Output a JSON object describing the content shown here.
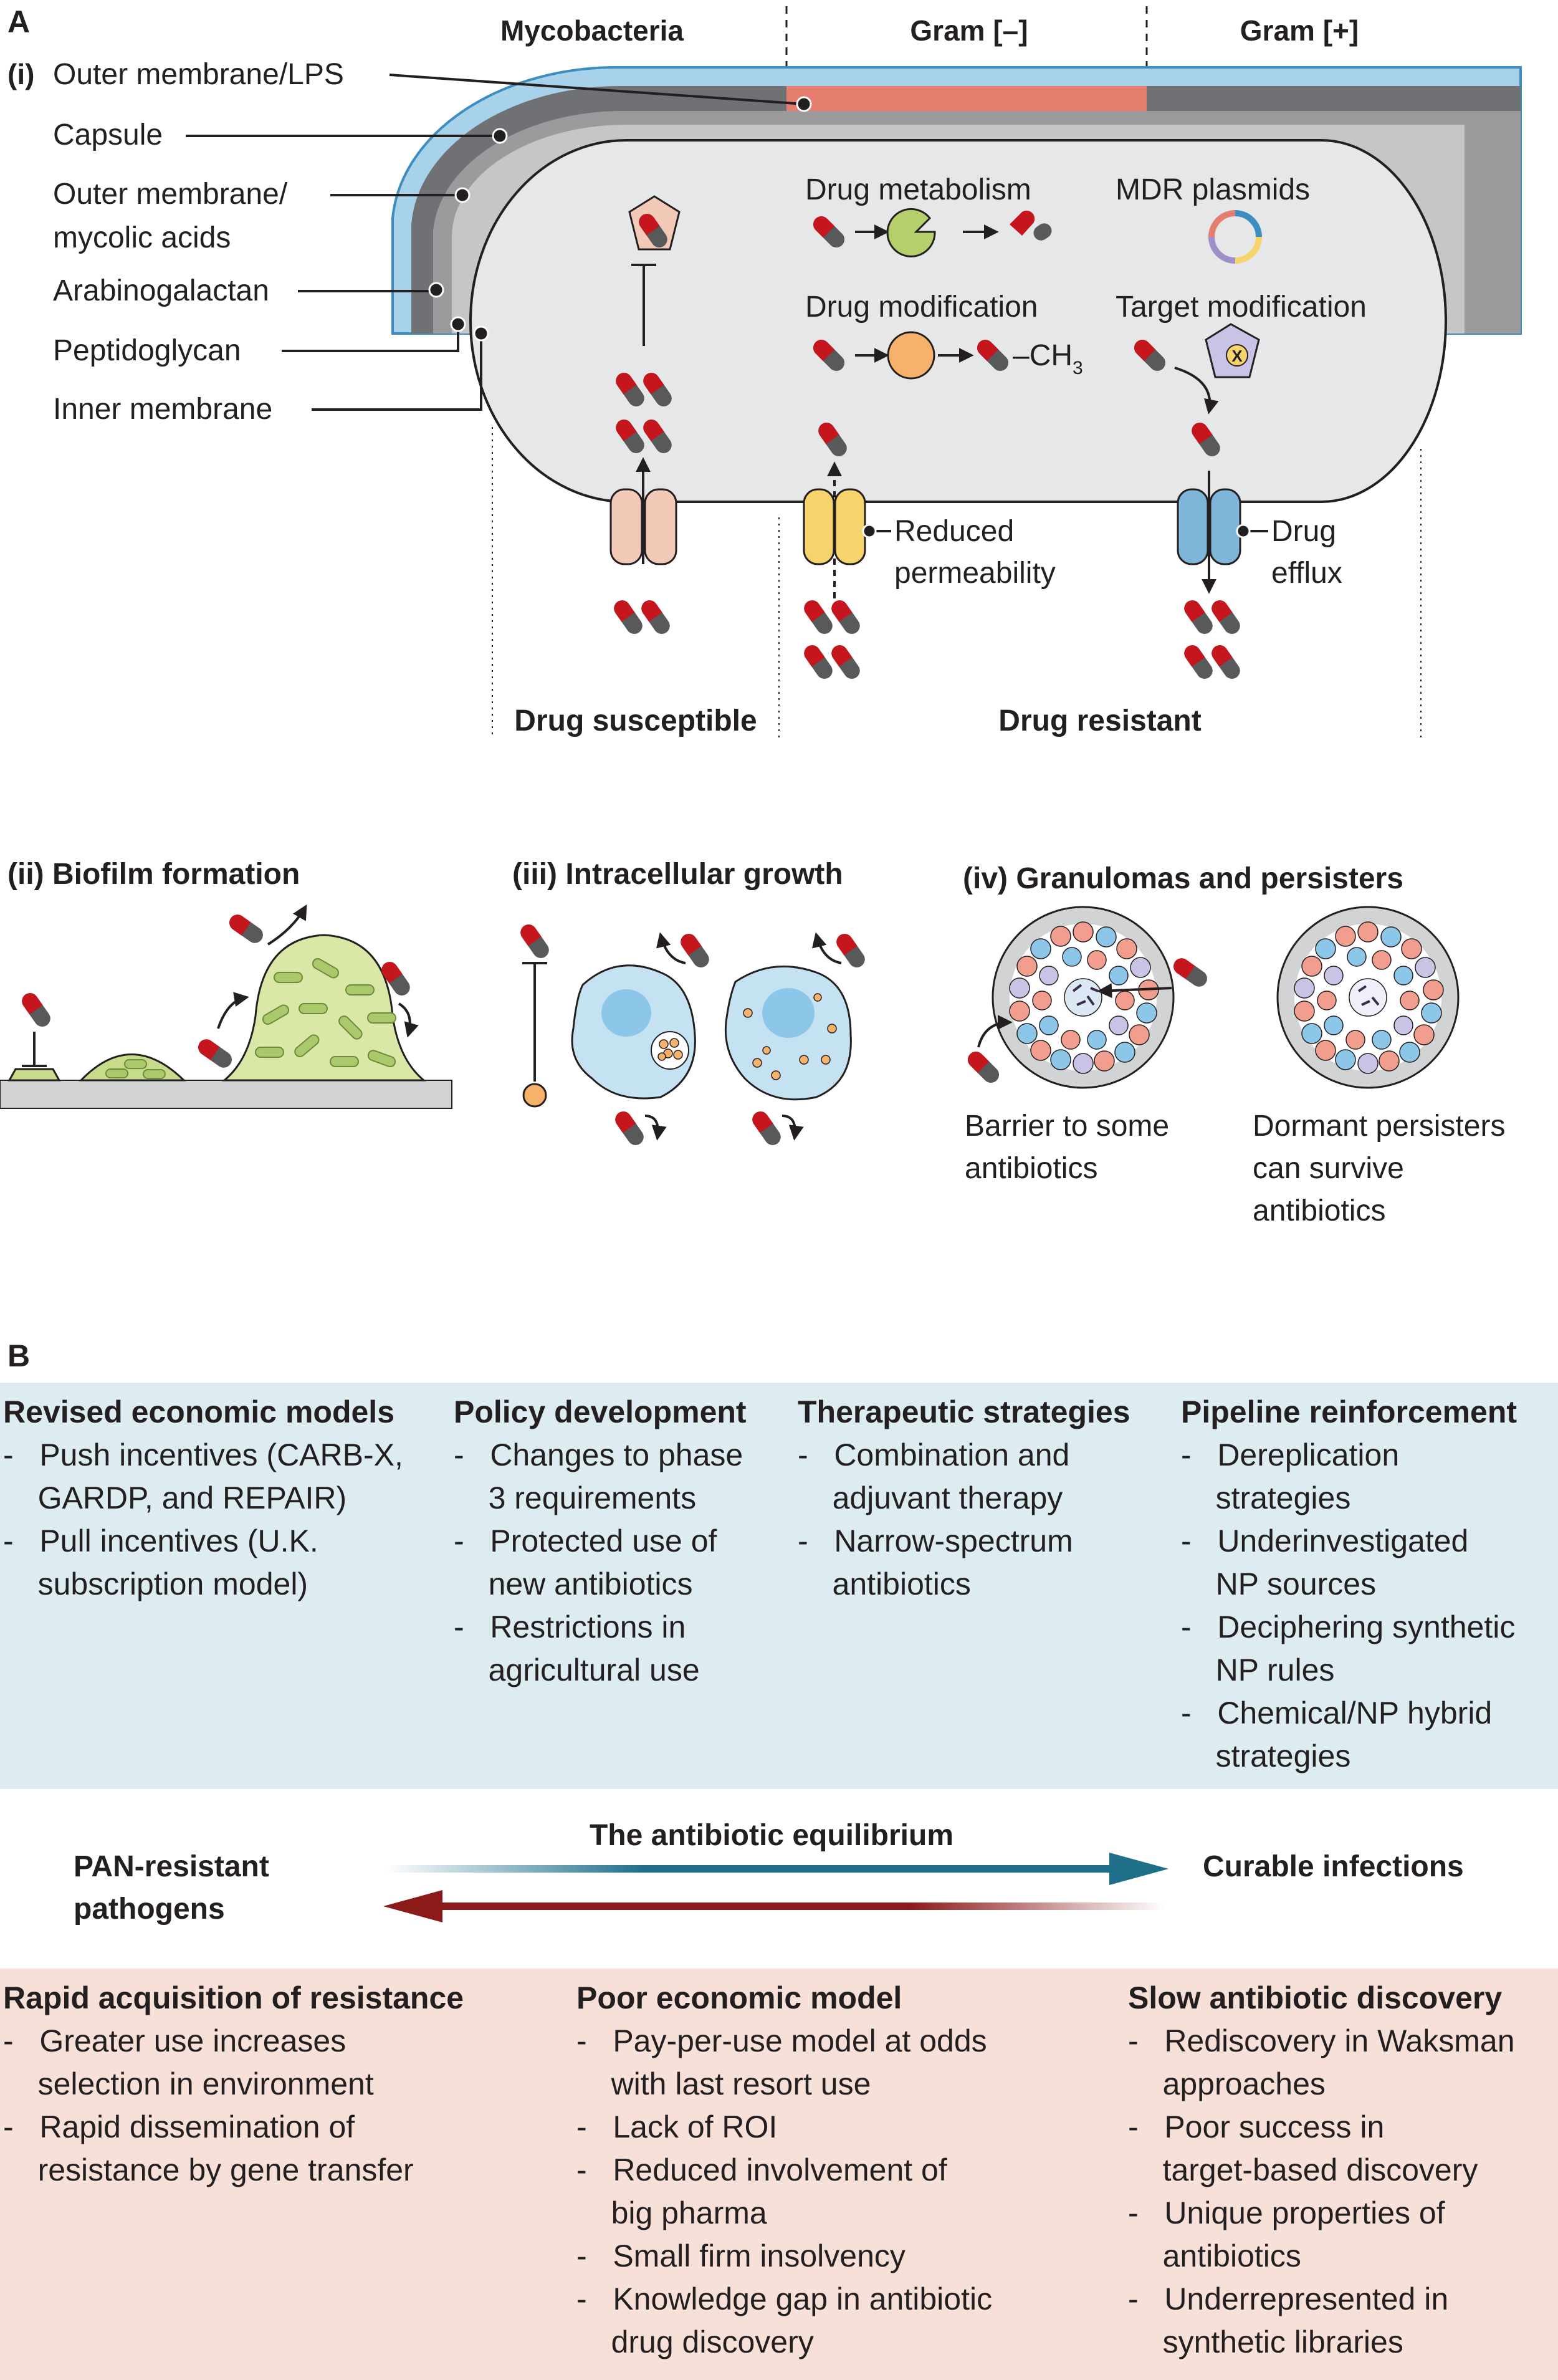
{
  "panel_a": {
    "letter": "A",
    "sub_i": "(i)",
    "columns": [
      "Mycobacteria",
      "Gram [–]",
      "Gram [+]"
    ],
    "layers": [
      "Outer membrane/LPS",
      "Capsule",
      "Outer membrane/",
      "mycolic acids",
      "Arabinogalactan",
      "Peptidoglycan",
      "Inner membrane"
    ],
    "mechanisms": {
      "drug_metabolism": "Drug metabolism",
      "mdr_plasmids": "MDR plasmids",
      "drug_modification": "Drug modification",
      "methyl": "–CH",
      "methyl_sub": "3",
      "target_modification": "Target modification",
      "target_x": "X",
      "reduced_permeability": [
        "Reduced",
        "permeability"
      ],
      "drug_efflux": [
        "Drug",
        "efflux"
      ]
    },
    "bottom": {
      "susceptible": "Drug susceptible",
      "resistant": "Drug resistant"
    },
    "colors": {
      "light_blue": "#a7d2ea",
      "blue_outline": "#3d8dc1",
      "dark_gray": "#707174",
      "mid_gray": "#9b9b9e",
      "cell_gray": "#e6e7e8",
      "lps_salmon": "#e67e6f",
      "drug_red": "#c4161c",
      "drug_gray": "#58595b"
    }
  },
  "panel_ii": {
    "title": "(ii) Biofilm formation"
  },
  "panel_iii": {
    "title": "(iii) Intracellular growth"
  },
  "panel_iv": {
    "title": "(iv) Granulomas and persisters",
    "left_caption": [
      "Barrier to some",
      "antibiotics"
    ],
    "right_caption": [
      "Dormant persisters",
      "can survive",
      "antibiotics"
    ]
  },
  "panel_b": {
    "letter": "B",
    "top_box_color": "#dcecf0",
    "bottom_box_color": "#f6e0d8",
    "top_columns": [
      {
        "header": "Revised economic models",
        "lines": [
          "-   Push incentives (CARB-X,",
          "    GARDP, and REPAIR)",
          "-   Pull incentives (U.K.",
          "    subscription model)"
        ]
      },
      {
        "header": "Policy development",
        "lines": [
          "-   Changes to phase",
          "    3 requirements",
          "-   Protected use of",
          "    new antibiotics",
          "-   Restrictions in",
          "    agricultural use"
        ]
      },
      {
        "header": "Therapeutic strategies",
        "lines": [
          "-   Combination and",
          "    adjuvant therapy",
          "-   Narrow-spectrum",
          "    antibiotics"
        ]
      },
      {
        "header": "Pipeline reinforcement",
        "lines": [
          "-   Dereplication",
          "    strategies",
          "-   Underinvestigated",
          "    NP sources",
          "-   Deciphering synthetic",
          "    NP rules",
          "-   Chemical/NP hybrid",
          "    strategies"
        ]
      }
    ],
    "equilibrium": {
      "title": "The antibiotic equilibrium",
      "left": [
        "PAN-resistant",
        "pathogens"
      ],
      "right": "Curable infections",
      "left_color": "#8b1a1a",
      "right_color": "#1f6f8b"
    },
    "bottom_columns": [
      {
        "header": "Rapid acquisition of resistance",
        "lines": [
          "-   Greater use increases",
          "    selection in environment",
          "-   Rapid dissemination of",
          "    resistance by gene transfer"
        ]
      },
      {
        "header": "Poor economic model",
        "lines": [
          "-   Pay-per-use model at odds",
          "    with last resort use",
          "-   Lack of ROI",
          "-   Reduced involvement of",
          "    big pharma",
          "-   Small firm insolvency",
          "-   Knowledge gap in antibiotic",
          "    drug discovery"
        ]
      },
      {
        "header": "Slow antibiotic discovery",
        "lines": [
          "-   Rediscovery in Waksman",
          "    approaches",
          "-   Poor success in",
          "    target-based discovery",
          "-   Unique properties of",
          "    antibiotics",
          "-   Underrepresented in",
          "    synthetic libraries"
        ]
      }
    ]
  }
}
